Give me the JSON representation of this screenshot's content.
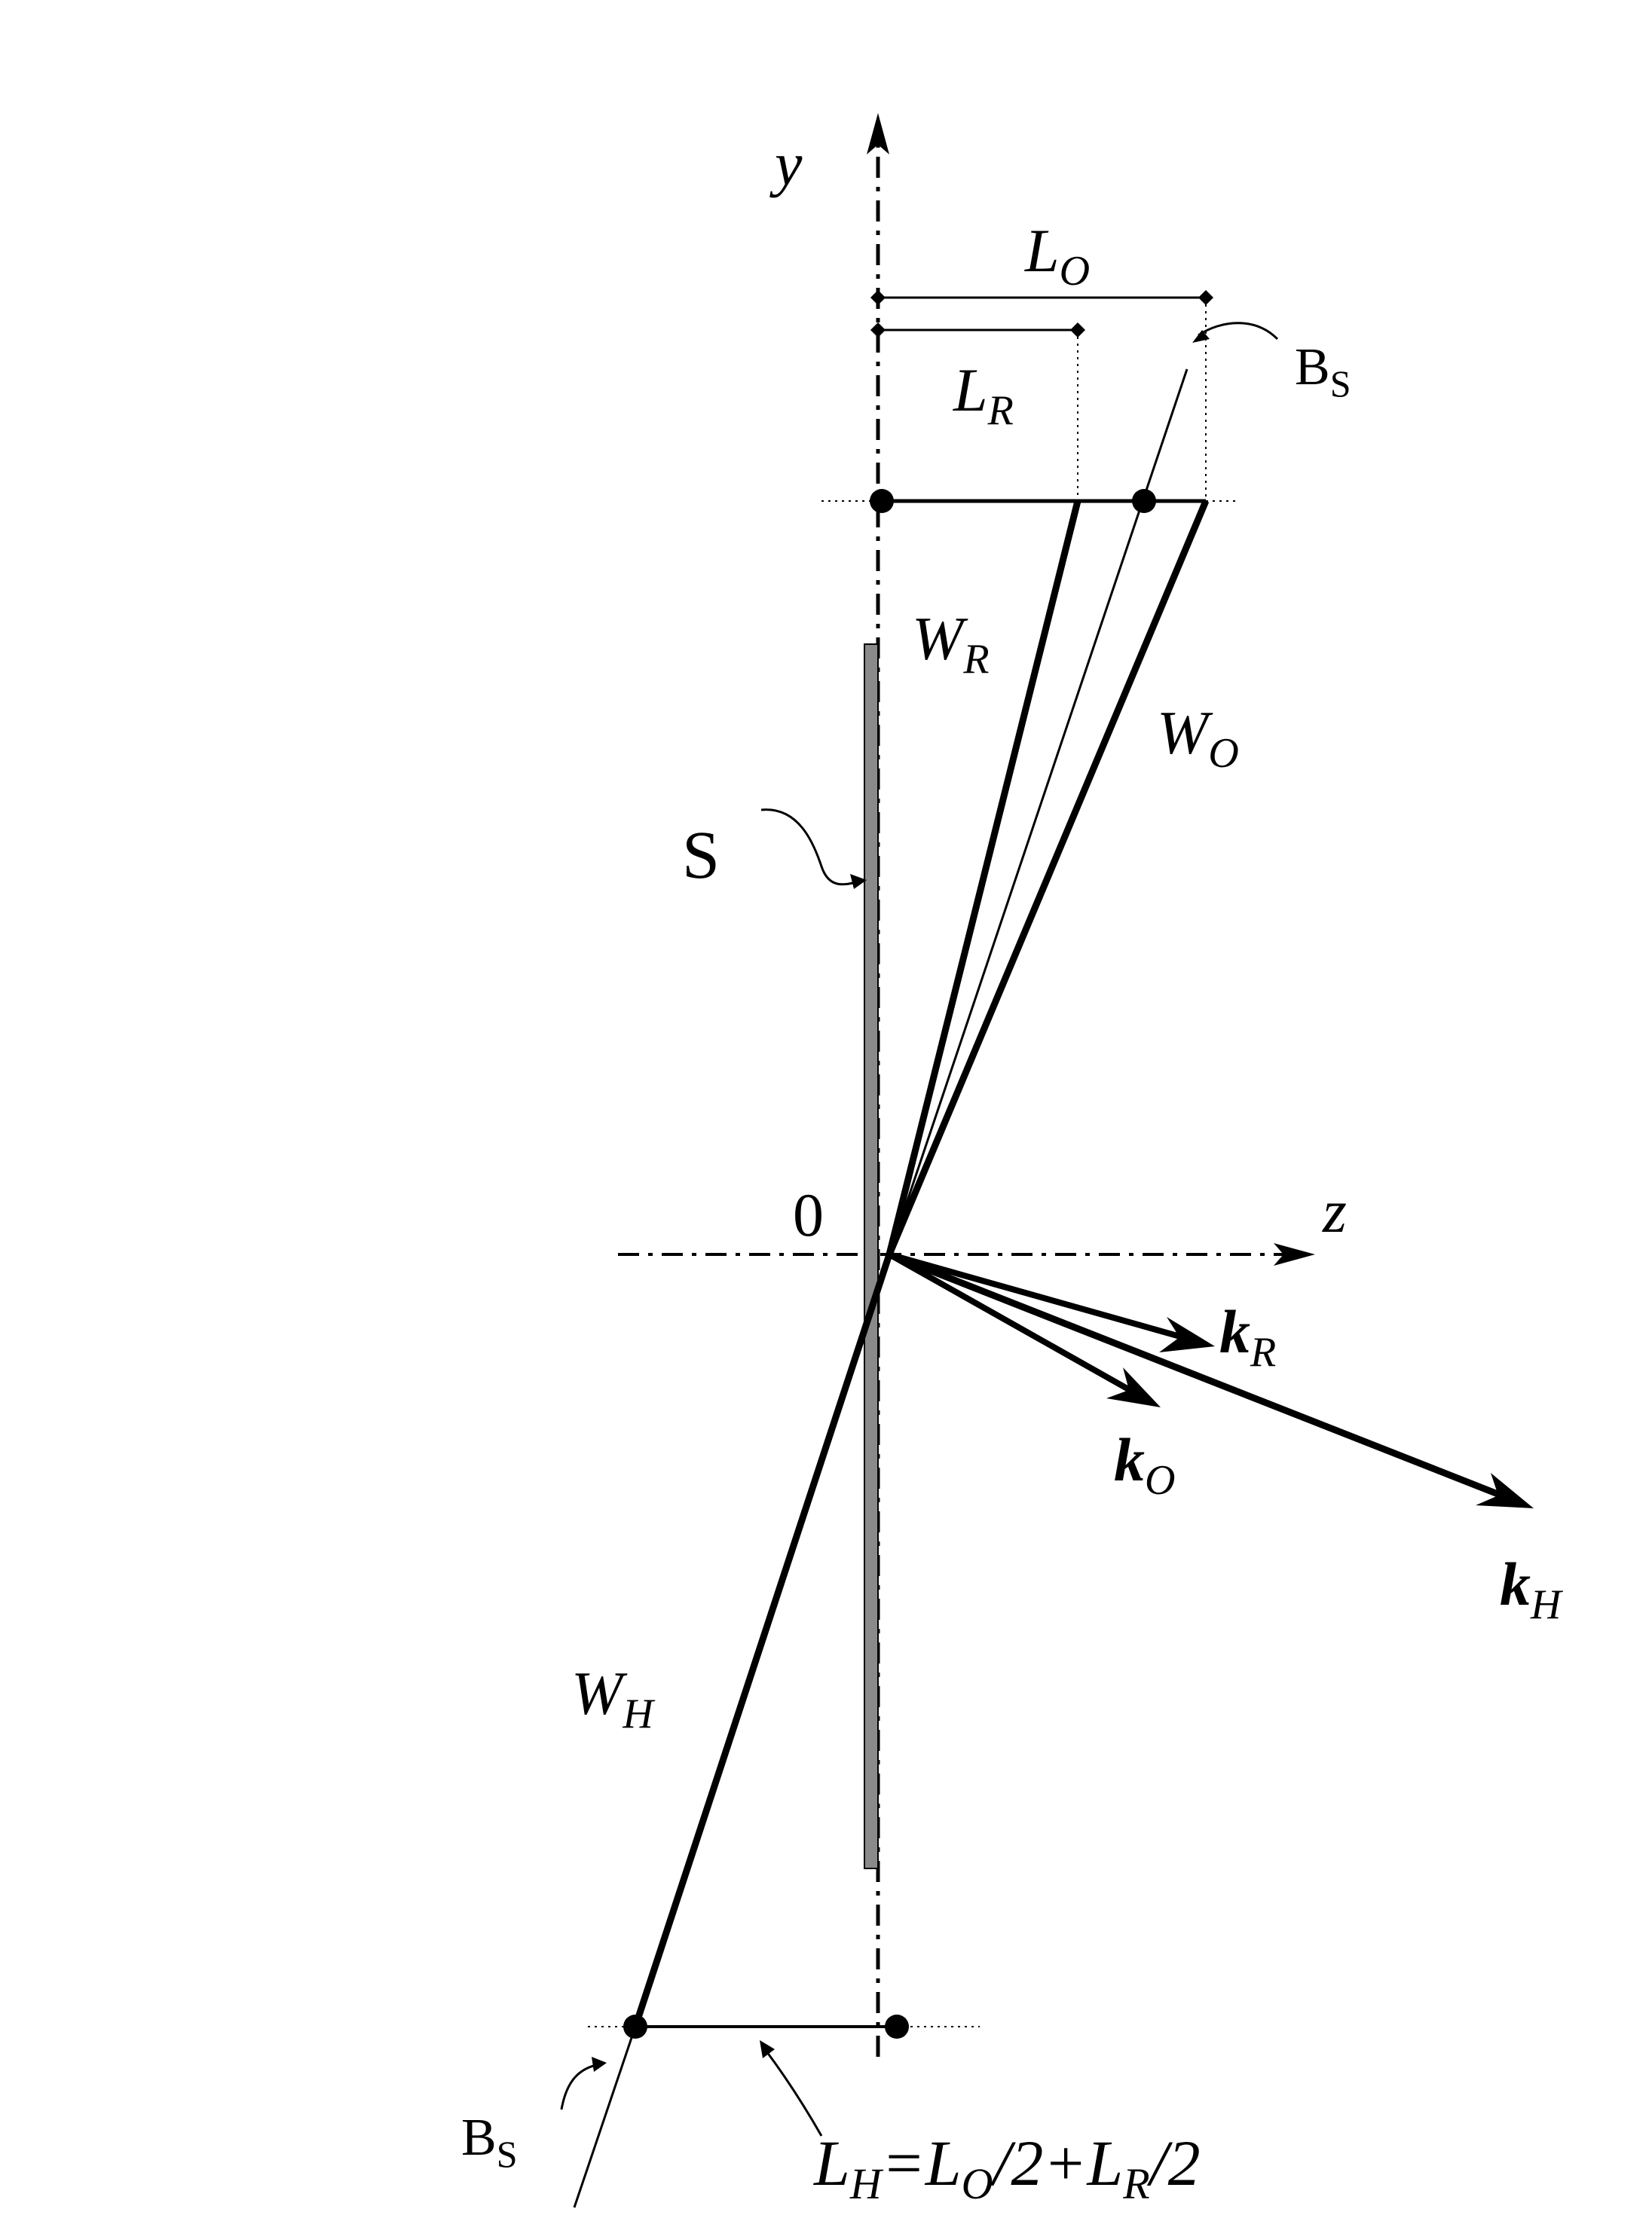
{
  "labels": {
    "y_axis": "y",
    "z_axis": "z",
    "origin": "0",
    "L_O": {
      "main": "L",
      "sub": "O"
    },
    "L_R": {
      "main": "L",
      "sub": "R"
    },
    "W_R": {
      "main": "W",
      "sub": "R"
    },
    "W_O": {
      "main": "W",
      "sub": "O"
    },
    "W_H": {
      "main": "W",
      "sub": "H"
    },
    "k_R": {
      "main": "k",
      "sub": "R"
    },
    "k_O": {
      "main": "k",
      "sub": "O"
    },
    "k_H": {
      "main": "k",
      "sub": "H"
    },
    "S": "S",
    "B_s_top": {
      "main": "B",
      "sub": "S"
    },
    "B_s_bottom": {
      "main": "B",
      "sub": "S"
    },
    "L_H_formula": {
      "p1": "L",
      "s1": "H",
      "p2": "=L",
      "s2": "O",
      "p3": "/2+L",
      "s3": "R",
      "p4": "/2"
    }
  },
  "colors": {
    "ink": "#000000",
    "sample": "#8a8a8a"
  }
}
